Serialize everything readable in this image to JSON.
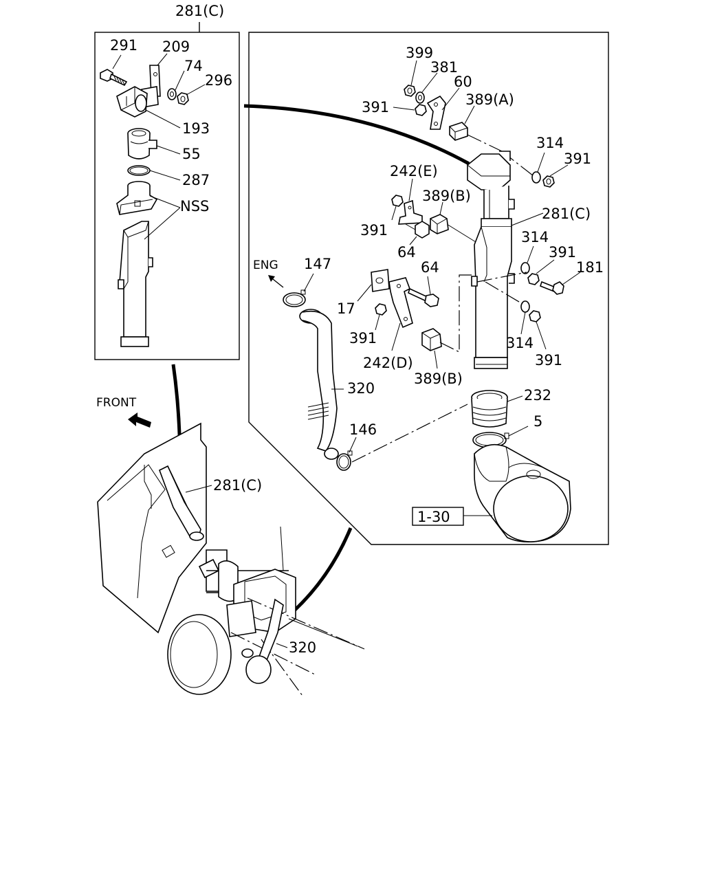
{
  "labels": {
    "inset_header": "281(C)",
    "p291": "291",
    "p209": "209",
    "p74": "74",
    "p296": "296",
    "p193": "193",
    "p55": "55",
    "p287": "287",
    "nss": "NSS",
    "p399": "399",
    "p381": "381",
    "p60": "60",
    "p391_a": "391",
    "p389a": "389(A)",
    "p314_a": "314",
    "p391_b": "391",
    "p242e": "242(E)",
    "p389b_a": "389(B)",
    "p391_c": "391",
    "p64_a": "64",
    "p281c_main": "281(C)",
    "p314_b": "314",
    "p391_d": "391",
    "p181": "181",
    "eng": "ENG",
    "p147": "147",
    "p17": "17",
    "p64_b": "64",
    "p391_e": "391",
    "p242d": "242(D)",
    "p389b_b": "389(B)",
    "p314_c": "314",
    "p391_f": "391",
    "p320_a": "320",
    "p232": "232",
    "p5": "5",
    "p146": "146",
    "p1_30": "1-30",
    "front": "FRONT",
    "p281c_truck": "281(C)",
    "p320_b": "320"
  }
}
